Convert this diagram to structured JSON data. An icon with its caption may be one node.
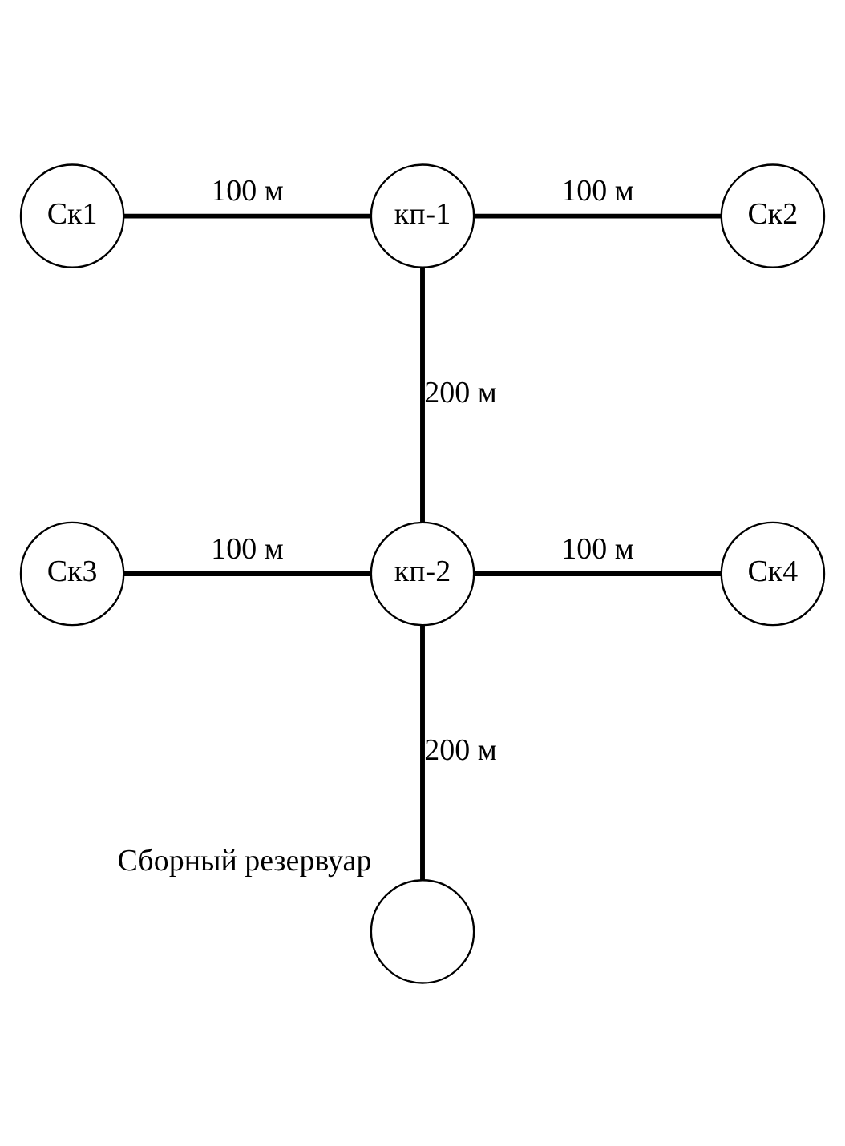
{
  "diagram": {
    "nodes": [
      {
        "text": [
          "Ск1"
        ]
      },
      {
        "text": [
          "кп-1"
        ]
      },
      {
        "text": [
          "Ск2"
        ]
      },
      {
        "text": [
          "Ск3"
        ]
      },
      {
        "text": [
          "кп-2"
        ]
      },
      {
        "text": [
          "Ск4"
        ]
      },
      {
        "text": [],
        "shape": "circle",
        "beside": [
          "Сборный резервуар"
        ]
      }
    ],
    "edges": [
      {
        "from": 0,
        "to": 1,
        "arrow": "none",
        "label": "100 м"
      },
      {
        "from": 1,
        "to": 2,
        "arrow": "none",
        "label": "100 м"
      },
      {
        "from": 1,
        "to": 4,
        "arrow": "none",
        "label": "200 м"
      },
      {
        "from": 3,
        "to": 4,
        "arrow": "none",
        "label": "100 м"
      },
      {
        "from": 4,
        "to": 5,
        "arrow": "none",
        "label": "100 м"
      },
      {
        "from": 4,
        "to": 6,
        "arrow": "none",
        "label": "200 м"
      }
    ]
  }
}
